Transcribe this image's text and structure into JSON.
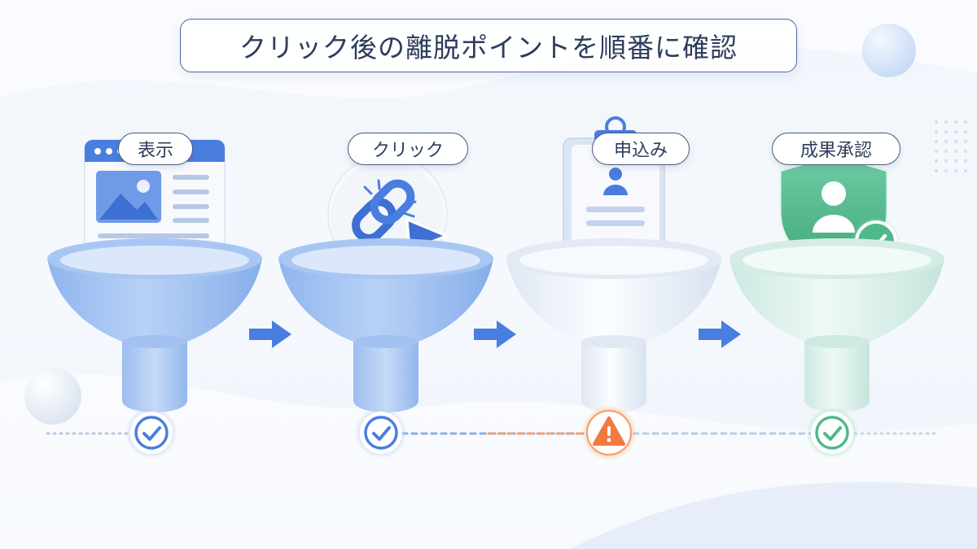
{
  "title": "クリック後の離脱ポイントを順番に確認",
  "stages": [
    {
      "label": "表示",
      "status": "ok"
    },
    {
      "label": "クリック",
      "status": "ok"
    },
    {
      "label": "申込み",
      "status": "warning"
    },
    {
      "label": "成果承認",
      "status": "ok"
    }
  ],
  "colors": {
    "accent_blue": "#4a7de0",
    "warning_orange": "#f07a40",
    "success_green": "#4fb98a",
    "text_dark": "#2d3d5c"
  },
  "icons": {
    "stage1": "browser-window-icon",
    "stage2": "link-cursor-icon",
    "stage3": "application-form-icon",
    "stage4": "shield-user-icon",
    "status_ok": "check-circle-icon",
    "status_warning": "warning-triangle-icon",
    "connector": "arrow-right-icon"
  }
}
